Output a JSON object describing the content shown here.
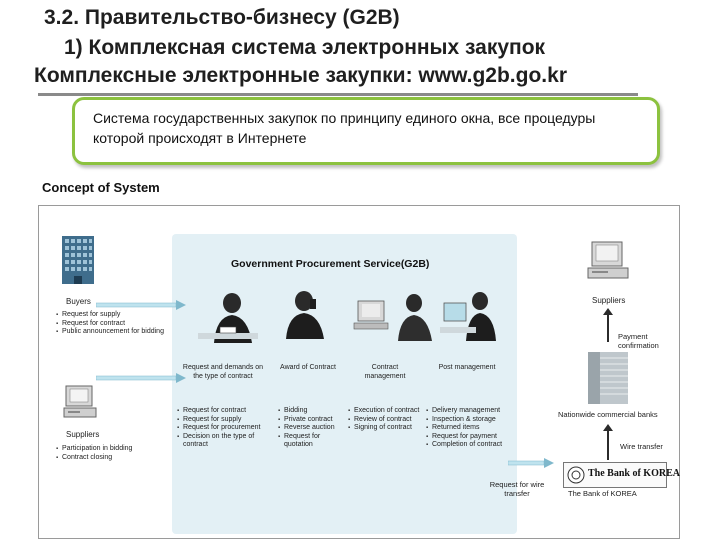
{
  "header": {
    "line1": "3.2. Правительство-бизнесу (G2B)",
    "line2": "1) Комплексная система электронных закупок",
    "line3": "Комплексные электронные закупки: www.g2b.go.kr"
  },
  "callout": {
    "text": "Система государственных закупок по принципу единого окна, все процедуры которой происходят в Интернете"
  },
  "diagram": {
    "concept_label": "Concept of System",
    "service_title": "Government Procurement Service(G2B)",
    "buyers": {
      "label": "Buyers",
      "items": [
        "Request for supply",
        "Request for contract",
        "Public announcement for bidding"
      ]
    },
    "suppliers_left": {
      "label": "Suppliers",
      "items": [
        "Participation in bidding",
        "Contract closing"
      ]
    },
    "columns": [
      {
        "heading": "Request and demands on the type of contract",
        "items": [
          "Request for contract",
          "Request for supply",
          "Request for procurement",
          "Decision on the type of contract"
        ]
      },
      {
        "heading": "Award of Contract",
        "items": [
          "Bidding",
          "Private contract",
          "Reverse auction",
          "Request for quotation"
        ]
      },
      {
        "heading": "Contract management",
        "items": [
          "Execution of contract",
          "Review of contract",
          "Signing of contract"
        ]
      },
      {
        "heading": "Post management",
        "items": [
          "Delivery management",
          "Inspection & storage",
          "Returned items",
          "Request for payment",
          "Completion of contract"
        ]
      }
    ],
    "right": {
      "suppliers_label": "Suppliers",
      "payment_label": "Payment confirmation",
      "banks_label": "Nationwide commercial banks",
      "wire_label": "Wire transfer",
      "bank_logo_text": "The Bank of KOREA",
      "bank_label": "The Bank of KOREA",
      "request_wire_label": "Request for wire transfer"
    }
  }
}
